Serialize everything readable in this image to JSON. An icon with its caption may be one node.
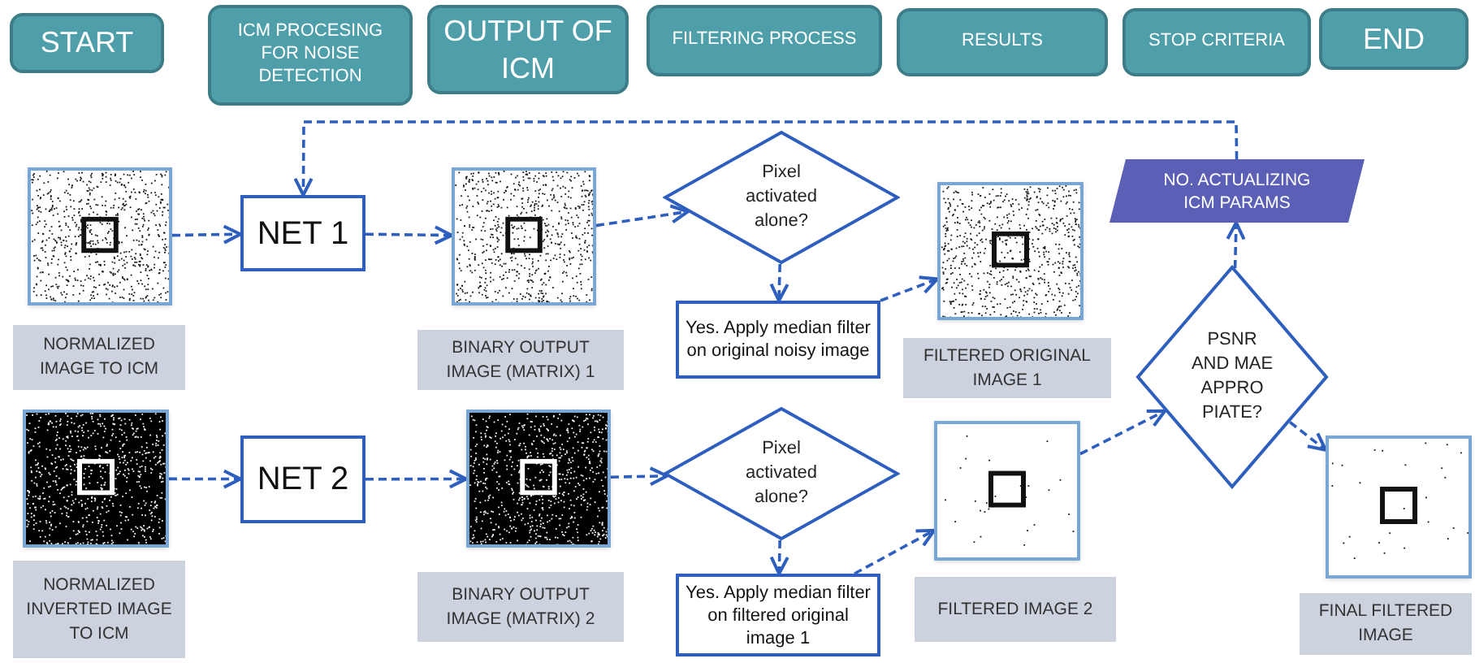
{
  "diagram": {
    "nodes": [
      {
        "text": [
          "START"
        ]
      },
      {
        "text": [
          "ICM PROCESING FOR NOISE DETECTION"
        ]
      },
      {
        "text": [
          "OUTPUT OF ICM"
        ]
      },
      {
        "text": [
          "FILTERING PROCESS"
        ]
      },
      {
        "text": [
          "RESULTS"
        ]
      },
      {
        "text": [
          "STOP CRITERIA"
        ]
      },
      {
        "text": [
          "END"
        ]
      },
      {
        "text": [],
        "shape": "picture"
      },
      {
        "text": [
          "NORMALIZED IMAGE TO ICM"
        ]
      },
      {
        "text": [
          "NET 1"
        ]
      },
      {
        "text": [],
        "shape": "picture"
      },
      {
        "text": [
          "BINARY OUTPUT IMAGE (MATRIX) 1"
        ]
      },
      {
        "text": [
          "Pixel activated alone?"
        ]
      },
      {
        "text": [
          "Yes. Apply median filter on original noisy image"
        ]
      },
      {
        "text": [],
        "shape": "picture"
      },
      {
        "text": [
          "FILTERED ORIGINAL IMAGE 1"
        ]
      },
      {
        "text": [
          "NO. ACTUALIZING ICM PARAMS"
        ]
      },
      {
        "text": [
          "PSNR AND MAE APPRO PIATE?"
        ]
      },
      {
        "text": [],
        "shape": "picture"
      },
      {
        "text": [
          "NORMALIZED INVERTED IMAGE TO ICM"
        ]
      },
      {
        "text": [
          "NET 2"
        ]
      },
      {
        "text": [],
        "shape": "picture"
      },
      {
        "text": [
          "BINARY OUTPUT IMAGE (MATRIX) 2"
        ]
      },
      {
        "text": [
          "Pixel activated alone?"
        ]
      },
      {
        "text": [
          "Yes. Apply median filter on filtered original image 1"
        ]
      },
      {
        "text": [],
        "shape": "picture"
      },
      {
        "text": [
          "FILTERED IMAGE 2"
        ]
      },
      {
        "text": [],
        "shape": "picture"
      },
      {
        "text": [
          "FINAL FILTERED IMAGE"
        ]
      }
    ],
    "edges": [
      {
        "from": 7,
        "to": 9,
        "arrow": "to",
        "style": "dashed"
      },
      {
        "from": 9,
        "to": 10,
        "arrow": "to",
        "style": "dashed"
      },
      {
        "from": 10,
        "to": 12,
        "arrow": "to",
        "style": "dashed"
      },
      {
        "from": 12,
        "to": 13,
        "arrow": "to",
        "style": "dashed"
      },
      {
        "from": 13,
        "to": 14,
        "arrow": "to",
        "style": "dashed"
      },
      {
        "from": 18,
        "to": 20,
        "arrow": "to",
        "style": "dashed"
      },
      {
        "from": 20,
        "to": 21,
        "arrow": "to",
        "style": "dashed"
      },
      {
        "from": 21,
        "to": 23,
        "arrow": "to",
        "style": "dashed"
      },
      {
        "from": 23,
        "to": 24,
        "arrow": "to",
        "style": "dashed"
      },
      {
        "from": 24,
        "to": 25,
        "arrow": "to",
        "style": "dashed"
      },
      {
        "from": 25,
        "to": 17,
        "arrow": "to",
        "style": "dashed"
      },
      {
        "from": 17,
        "to": 16,
        "arrow": "to",
        "style": "dashed"
      },
      {
        "from": 17,
        "to": 27,
        "arrow": "to",
        "style": "dashed"
      },
      {
        "from": 16,
        "to": 9,
        "arrow": "to",
        "style": "dashed"
      }
    ]
  }
}
